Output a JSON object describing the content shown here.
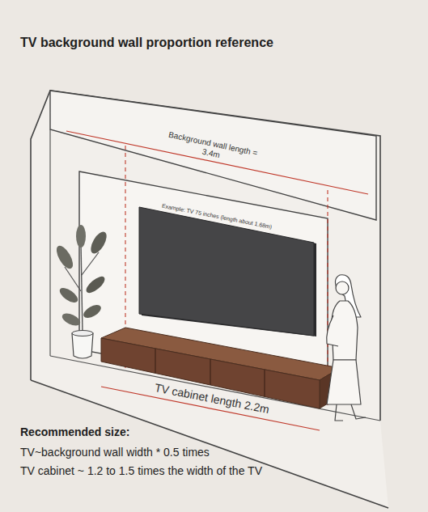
{
  "diagram": {
    "title": "TV background wall proportion reference",
    "labels": [
      "Background wall length = 3.4m",
      "Example: TV 75 inches (length about 1.68m)",
      "TV cabinet length 2.2m",
      "Recommended size:",
      "TV~background wall width * 0.5 times",
      "TV cabinet ~ 1.2 to 1.5 times the width of the TV"
    ]
  }
}
